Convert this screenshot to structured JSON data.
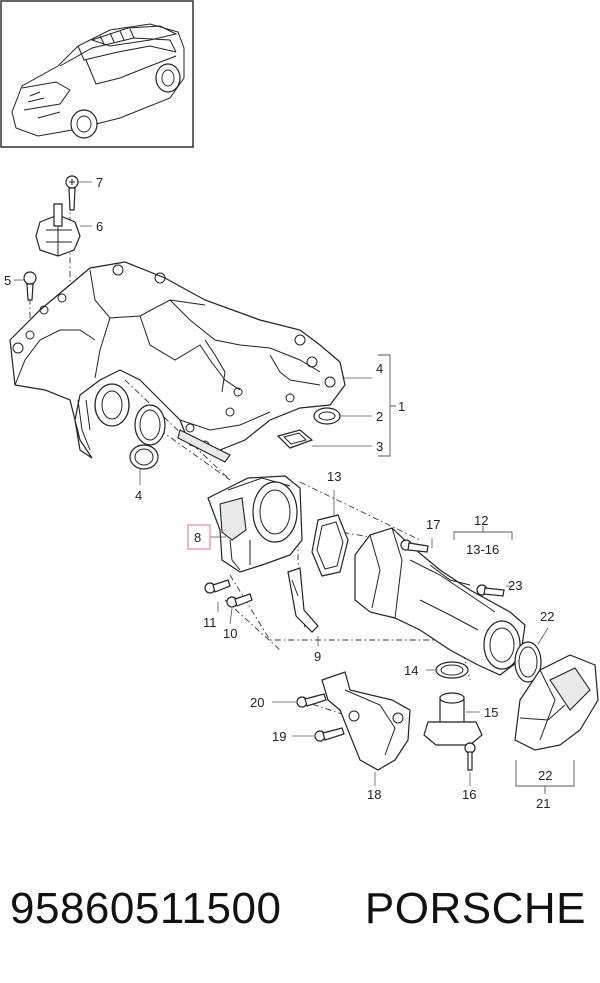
{
  "callouts": {
    "c1": "1",
    "c2": "2",
    "c3": "3",
    "c4a": "4",
    "c4b": "4",
    "c5": "5",
    "c6": "6",
    "c7": "7",
    "c8": "8",
    "c9": "9",
    "c10": "10",
    "c11": "11",
    "c12": "12",
    "c13": "13",
    "c13_16": "13-16",
    "c14": "14",
    "c15": "15",
    "c16": "16",
    "c17": "17",
    "c18": "18",
    "c19": "19",
    "c20": "20",
    "c21": "21",
    "c22a": "22",
    "c22b": "22",
    "c23": "23"
  },
  "highlight_color": "#e89aa8",
  "footer": {
    "part_number": "95860511500",
    "brand": "PORSCHE"
  }
}
